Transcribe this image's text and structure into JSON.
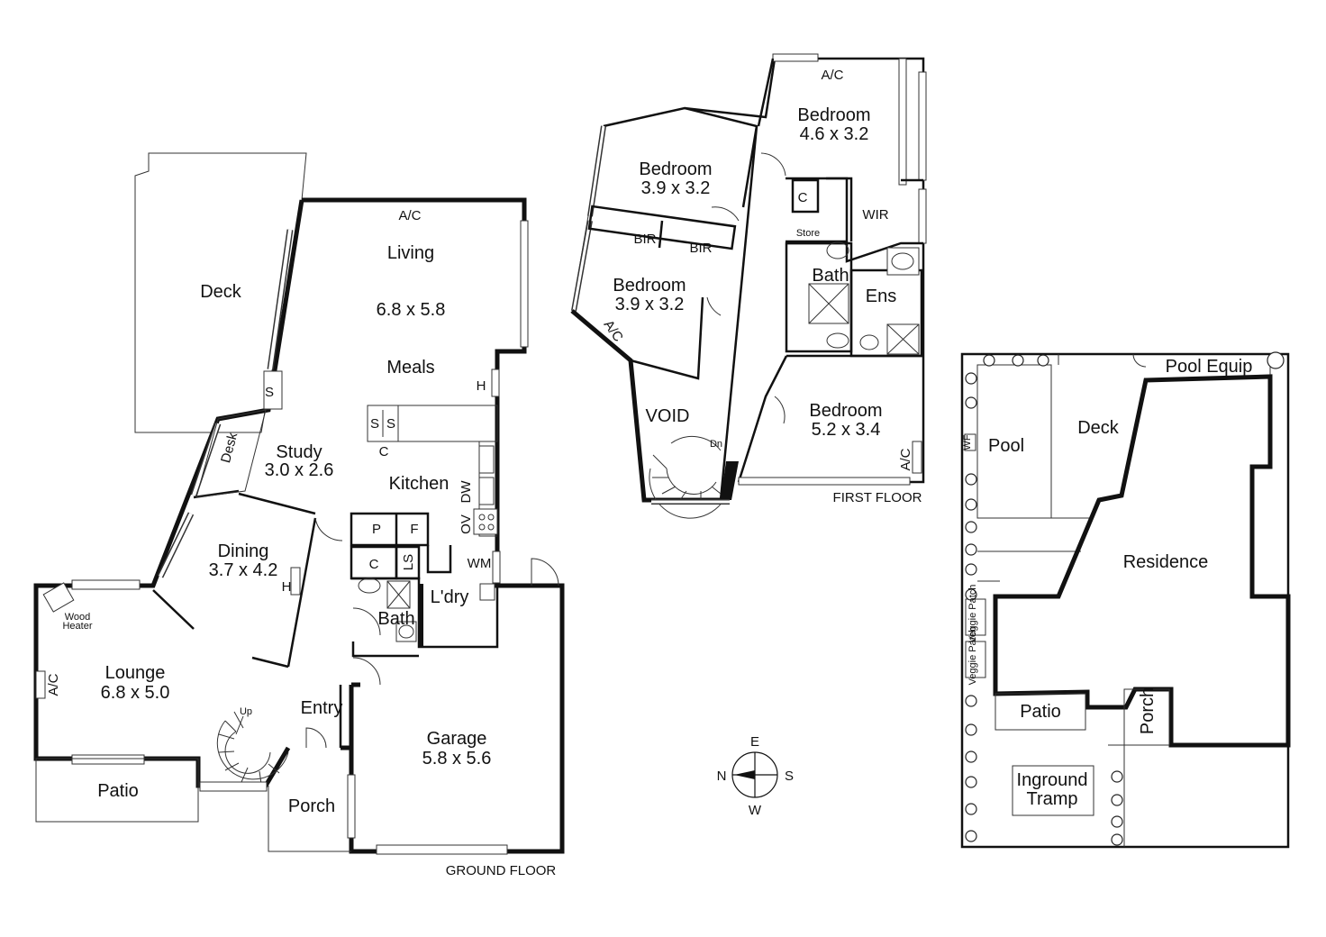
{
  "ground_floor": {
    "caption": "GROUND FLOOR",
    "deck": "Deck",
    "living": "Living",
    "living_dims": "6.8 x 5.8",
    "meals": "Meals",
    "study": "Study",
    "study_dims": "3.0 x 2.6",
    "desk": "Desk",
    "kitchen": "Kitchen",
    "dining": "Dining",
    "dining_dims": "3.7 x 4.2",
    "lounge": "Lounge",
    "lounge_dims": "6.8 x 5.0",
    "wood_heater_1": "Wood",
    "wood_heater_2": "Heater",
    "patio": "Patio",
    "porch": "Porch",
    "entry": "Entry",
    "garage": "Garage",
    "garage_dims": "5.8 x 5.6",
    "bath": "Bath",
    "laundry": "L'dry",
    "wm": "WM",
    "pantry": "P",
    "fridge": "F",
    "cupboard": "C",
    "linen": "LS",
    "ac_living": "A/C",
    "ac_lounge": "A/C",
    "heater_living": "H",
    "heater_dining": "H",
    "shelf": "S",
    "ss1": "S",
    "ss2": "S",
    "c_study": "C",
    "dw": "DW",
    "ov": "OV",
    "up": "Up"
  },
  "first_floor": {
    "caption": "FIRST FLOOR",
    "bed_master": "Bedroom",
    "bed_master_dims": "4.6 x 3.2",
    "bed2": "Bedroom",
    "bed2_dims": "3.9 x 3.2",
    "bed3": "Bedroom",
    "bed3_dims": "3.9 x 3.2",
    "bed4": "Bedroom",
    "bed4_dims": "5.2 x 3.4",
    "bir1": "BIR",
    "bir2": "BIR",
    "wir": "WIR",
    "ens": "Ens",
    "bath": "Bath",
    "store": "Store",
    "c": "C",
    "void": "VOID",
    "dn": "Dn",
    "ac_master": "A/C",
    "ac_bed3": "A/C",
    "ac_bed4": "A/C"
  },
  "site": {
    "pool_equip": "Pool Equip",
    "pool": "Pool",
    "deck": "Deck",
    "wf": "WF",
    "residence": "Residence",
    "veggie1": "Veggie Patch",
    "veggie2": "Veggie Patch",
    "patio": "Patio",
    "porch": "Porch",
    "tramp_1": "Inground",
    "tramp_2": "Tramp"
  },
  "compass": {
    "n": "N",
    "e": "E",
    "s": "S",
    "w": "W"
  }
}
